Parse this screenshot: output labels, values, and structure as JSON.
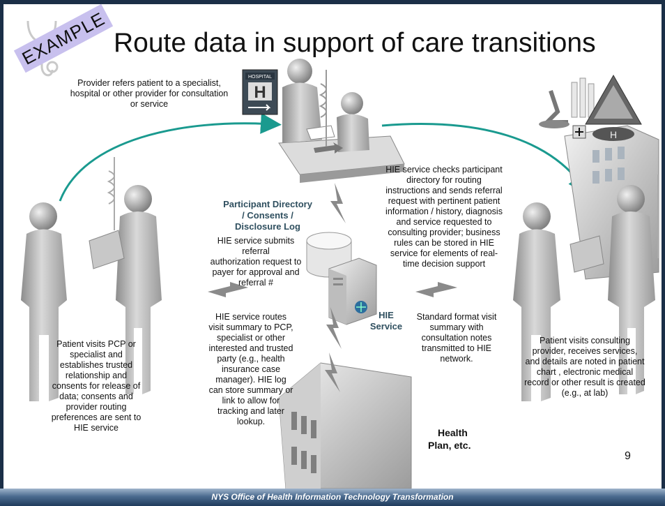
{
  "slide": {
    "stamp": "EXAMPLE",
    "title": "Route data in support of care transitions",
    "hospital_sign": "HOSPITAL",
    "hospital_letter": "H",
    "helipad_letter": "H",
    "page_number": "9",
    "footer": "NYS Office of Health Information Technology Transformation"
  },
  "texts": {
    "provider_refers": [
      "Provider refers patient to a specialist,",
      "hospital or other provider for consultation",
      "or service"
    ],
    "directory_label": [
      "Participant Directory",
      "/ Consents /",
      "Disclosure Log"
    ],
    "auth_request": [
      "HIE service submits referral",
      "authorization request to",
      "payer for approval and",
      "referral #"
    ],
    "checks_directory": [
      "HIE service checks participant",
      "directory for routing",
      "instructions and sends referral",
      "request with pertinent patient",
      "information / history, diagnosis",
      "and service  requested to",
      "consulting provider; business",
      "rules can be stored in HIE",
      "service for elements of real-",
      "time decision support"
    ],
    "routes_summary": [
      "HIE service routes",
      "visit summary to PCP,",
      "specialist or other",
      "interested and trusted",
      "party (e.g., health",
      "insurance case",
      "manager).  HIE log",
      "can store summary or",
      "link to allow for",
      "tracking and later",
      "lookup."
    ],
    "hie_service_label": [
      "HIE",
      "Service"
    ],
    "standard_format": [
      "Standard format visit",
      "summary with",
      "consultation notes",
      "transmitted to HIE",
      "network."
    ],
    "patient_visits_pcp": [
      "Patient visits PCP or",
      "specialist and",
      "establishes trusted",
      "relationship and",
      "consents for release of",
      "data; consents and",
      "provider routing",
      "preferences are sent to",
      "HIE service"
    ],
    "patient_visits_consulting": [
      "Patient visits consulting",
      "provider, receives services,",
      "and details are noted in patient",
      "chart , electronic medical",
      "record or other result is created",
      "(e.g., at lab)"
    ],
    "health_plan": [
      "Health",
      "Plan, etc."
    ]
  },
  "colors": {
    "accent_teal": "#1a9a8f",
    "directory_text": "#2f4f5f",
    "stamp_bg": "#c8c0ee",
    "footer_dark": "#1f3b5c"
  }
}
